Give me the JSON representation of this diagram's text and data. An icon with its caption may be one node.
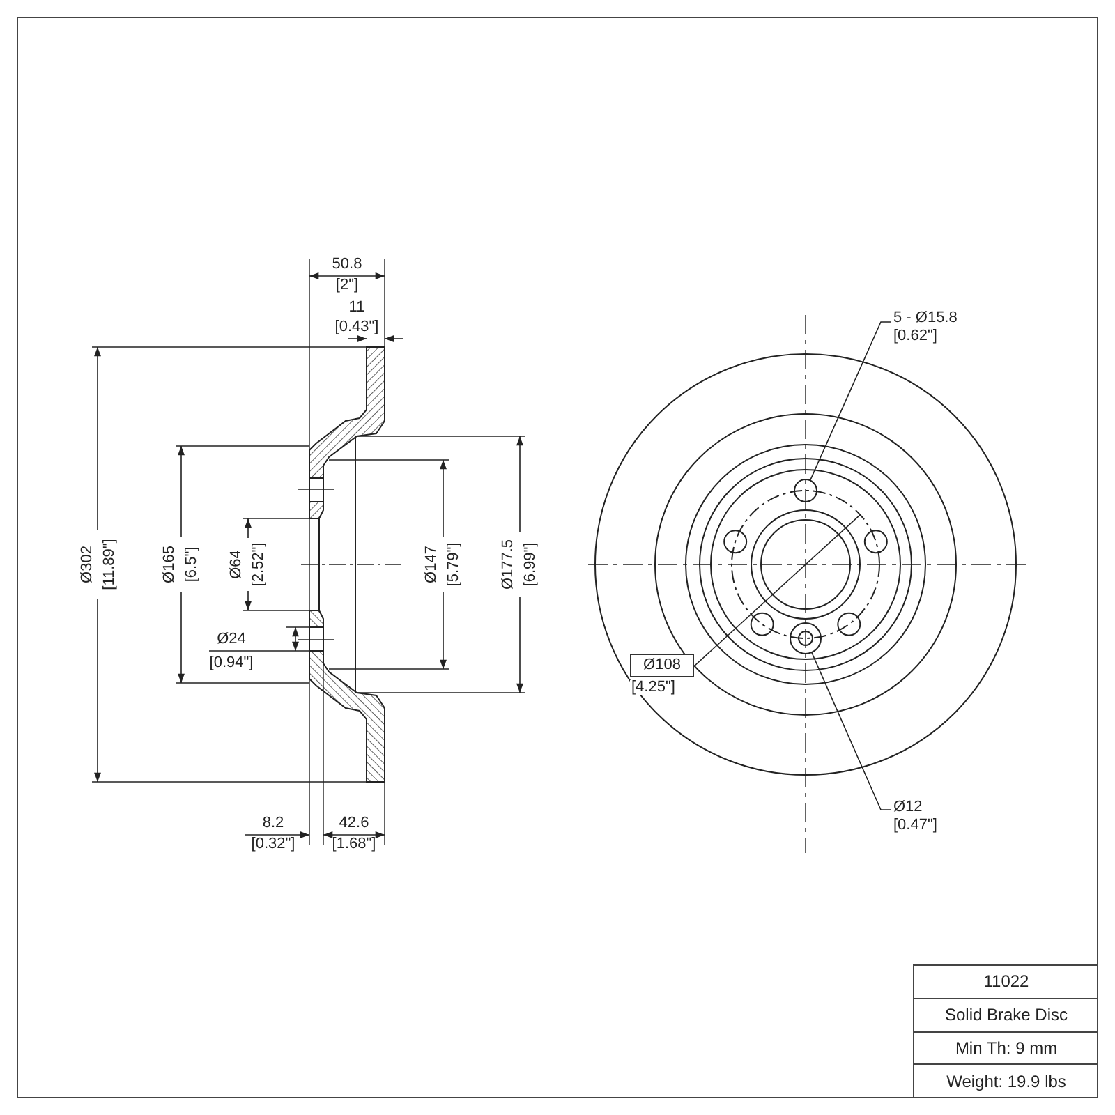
{
  "diagram": {
    "nodes": [
      {
        "text": [
          "5 - Ø15.8",
          "[0.62\"]"
        ]
      },
      {
        "text": [],
        "shape": "circle"
      },
      {
        "text": [
          "Ø108",
          "[4.25\"]"
        ]
      },
      {
        "text": [],
        "shape": "circle"
      },
      {
        "text": [
          "Ø12",
          "[0.47\"]"
        ]
      },
      {
        "text": [],
        "shape": "circle"
      }
    ],
    "edges": [
      {
        "from": 0,
        "to": 1,
        "arrow": "none"
      },
      {
        "from": 2,
        "to": 3,
        "arrow": "none"
      },
      {
        "from": 4,
        "to": 5,
        "arrow": "none"
      }
    ],
    "labels": [
      "50.8",
      "[2\"]",
      "11",
      "[0.43\"]",
      "Ø302",
      "[11.89\"]",
      "Ø165",
      "[6.5\"]",
      "Ø64",
      "[2.52\"]",
      "Ø147",
      "[5.79\"]",
      "Ø177.5",
      "[6.99\"]",
      "Ø24",
      "[0.94\"]",
      "8.2",
      "[0.32\"]",
      "42.6",
      "[1.68\"]",
      "11022",
      "Solid Brake Disc",
      "Min Th: 9 mm",
      "Weight: 19.9 lbs"
    ]
  }
}
